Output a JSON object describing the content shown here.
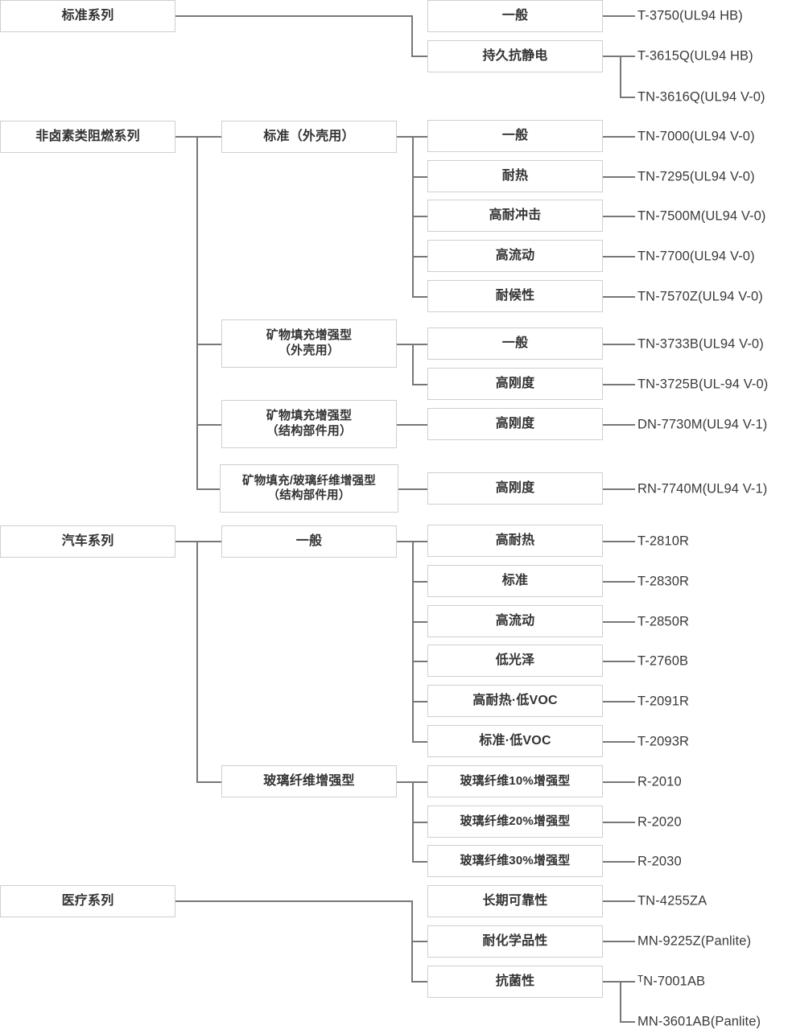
{
  "diagram": {
    "title": "Polycarbonate resin product series tree",
    "line_color": "#777777",
    "box_border_color": "#cfcfcf",
    "text_color": "#333333"
  },
  "series": [
    {
      "id": "standard",
      "label": "标准系列",
      "groups": [
        {
          "label": "",
          "items": [
            {
              "label": "一般",
              "products": [
                "T-3750(UL94 HB)"
              ]
            },
            {
              "label": "持久抗静电",
              "products": [
                "T-3615Q(UL94 HB)",
                "TN-3616Q(UL94 V-0)"
              ]
            }
          ]
        }
      ]
    },
    {
      "id": "halogen-free-flame-retardant",
      "label": "非卤素类阻燃系列",
      "groups": [
        {
          "label": "标准（外壳用）",
          "items": [
            {
              "label": "一般",
              "products": [
                "TN-7000(UL94 V-0)"
              ]
            },
            {
              "label": "耐热",
              "products": [
                "TN-7295(UL94 V-0)"
              ]
            },
            {
              "label": "高耐冲击",
              "products": [
                "TN-7500M(UL94 V-0)"
              ]
            },
            {
              "label": "高流动",
              "products": [
                "TN-7700(UL94 V-0)"
              ]
            },
            {
              "label": "耐候性",
              "products": [
                "TN-7570Z(UL94 V-0)"
              ]
            }
          ]
        },
        {
          "label": "矿物填充增强型\n（外壳用）",
          "items": [
            {
              "label": "一般",
              "products": [
                "TN-3733B(UL94 V-0)"
              ]
            },
            {
              "label": "高刚度",
              "products": [
                "TN-3725B(UL-94 V-0)"
              ]
            }
          ]
        },
        {
          "label": "矿物填充增强型\n（结构部件用）",
          "items": [
            {
              "label": "高刚度",
              "products": [
                "DN-7730M(UL94 V-1)"
              ]
            }
          ]
        },
        {
          "label": "矿物填充/玻璃纤维增强型\n（结构部件用）",
          "items": [
            {
              "label": "高刚度",
              "products": [
                "RN-7740M(UL94 V-1)"
              ]
            }
          ]
        }
      ]
    },
    {
      "id": "automotive",
      "label": "汽车系列",
      "groups": [
        {
          "label": "一般",
          "items": [
            {
              "label": "高耐热",
              "products": [
                "T-2810R"
              ]
            },
            {
              "label": "标准",
              "products": [
                "T-2830R"
              ]
            },
            {
              "label": "高流动",
              "products": [
                "T-2850R"
              ]
            },
            {
              "label": "低光泽",
              "products": [
                "T-2760B"
              ]
            },
            {
              "label": "高耐热·低VOC",
              "products": [
                "T-2091R"
              ]
            },
            {
              "label": "标准·低VOC",
              "products": [
                "T-2093R"
              ]
            }
          ]
        },
        {
          "label": "玻璃纤维增强型",
          "items": [
            {
              "label": "玻璃纤维10%增强型",
              "products": [
                "R-2010"
              ]
            },
            {
              "label": "玻璃纤维20%增强型",
              "products": [
                "R-2020"
              ]
            },
            {
              "label": "玻璃纤维30%增强型",
              "products": [
                "R-2030"
              ]
            }
          ]
        }
      ]
    },
    {
      "id": "medical",
      "label": "医疗系列",
      "groups": [
        {
          "label": "",
          "items": [
            {
              "label": "长期可靠性",
              "products": [
                "TN-4255ZA"
              ]
            },
            {
              "label": "耐化学品性",
              "products": [
                "MN-9225Z(Panlite)"
              ]
            },
            {
              "label": "抗菌性",
              "products": [
                "ᵀN-7001AB",
                "MN-3601AB(Panlite)"
              ]
            }
          ]
        }
      ]
    }
  ]
}
